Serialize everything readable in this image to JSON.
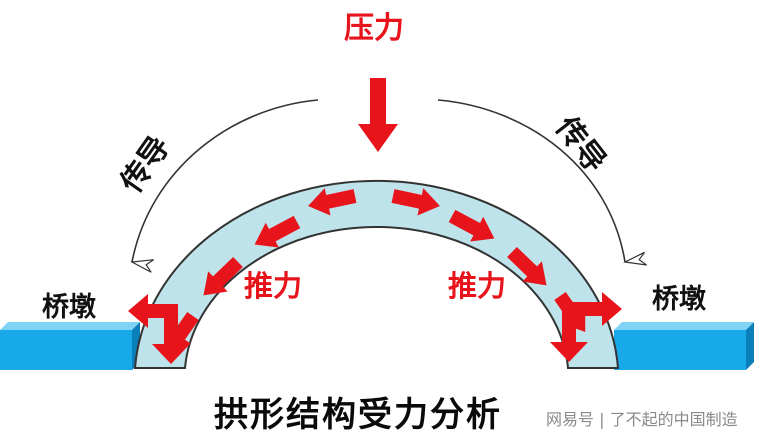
{
  "labels": {
    "pressure": "压力",
    "conduct_left": "传导",
    "conduct_right": "传导",
    "thrust_left": "推力",
    "thrust_right": "推力",
    "pier_left": "桥墩",
    "pier_right": "桥墩"
  },
  "title": "拱形结构受力分析",
  "watermark": "网易号 | 了不起的中国制造",
  "colors": {
    "force": "#e8141c",
    "arch_fill": "#bfe3ea",
    "arch_stroke": "#333333",
    "pier_fill": "#18a9e8",
    "pier_top": "#7fd3f5",
    "pier_side": "#0b7fb9"
  }
}
